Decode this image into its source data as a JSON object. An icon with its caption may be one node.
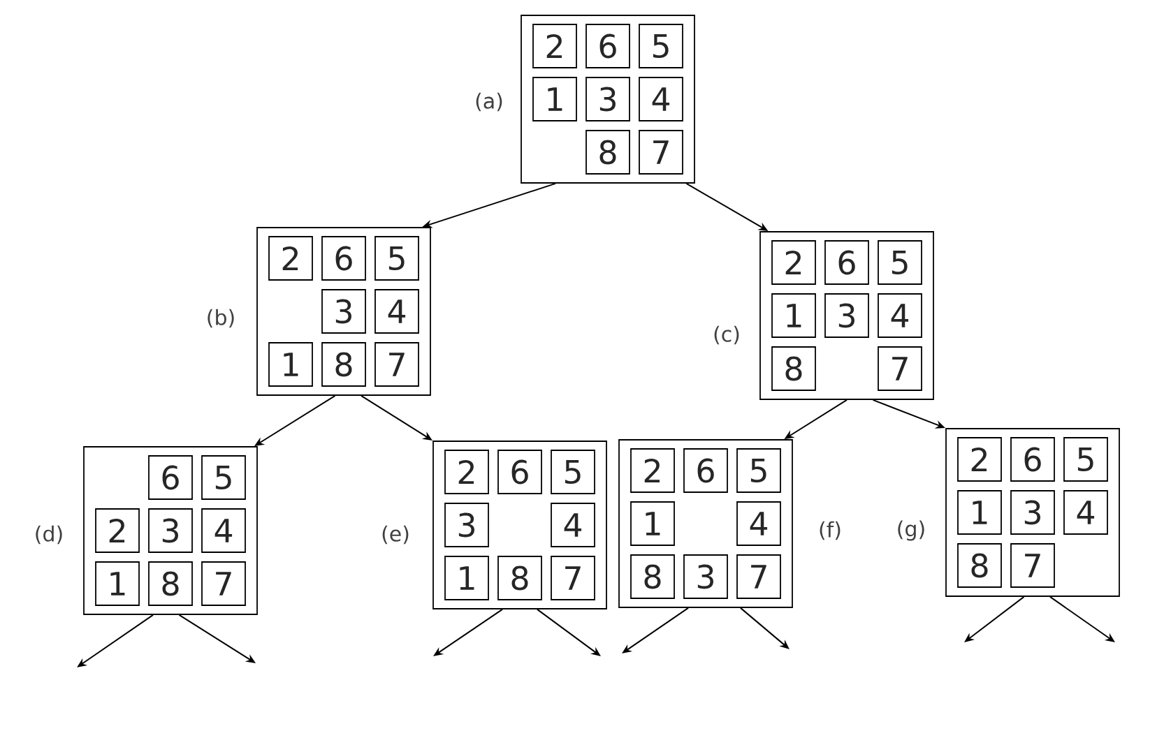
{
  "diagram": {
    "nodes": [
      {
        "text": [],
        "shape": "box",
        "beside": [
          "(a)"
        ]
      },
      {
        "text": [
          "2"
        ],
        "in": 0
      },
      {
        "text": [
          "6"
        ],
        "in": 0
      },
      {
        "text": [
          "5"
        ],
        "in": 0
      },
      {
        "text": [
          "1"
        ],
        "in": 0
      },
      {
        "text": [
          "3"
        ],
        "in": 0
      },
      {
        "text": [
          "4"
        ],
        "in": 0
      },
      {
        "text": [
          "8"
        ],
        "in": 0
      },
      {
        "text": [
          "7"
        ],
        "in": 0
      },
      {
        "text": [],
        "shape": "box",
        "beside": [
          "(b)"
        ]
      },
      {
        "text": [
          "2"
        ],
        "in": 9
      },
      {
        "text": [
          "6"
        ],
        "in": 9
      },
      {
        "text": [
          "5"
        ],
        "in": 9
      },
      {
        "text": [
          "3"
        ],
        "in": 9
      },
      {
        "text": [
          "4"
        ],
        "in": 9
      },
      {
        "text": [
          "1"
        ],
        "in": 9
      },
      {
        "text": [
          "8"
        ],
        "in": 9
      },
      {
        "text": [
          "7"
        ],
        "in": 9
      },
      {
        "text": [],
        "shape": "box",
        "beside": [
          "(c)"
        ]
      },
      {
        "text": [
          "2"
        ],
        "in": 18
      },
      {
        "text": [
          "6"
        ],
        "in": 18
      },
      {
        "text": [
          "5"
        ],
        "in": 18
      },
      {
        "text": [
          "1"
        ],
        "in": 18
      },
      {
        "text": [
          "3"
        ],
        "in": 18
      },
      {
        "text": [
          "4"
        ],
        "in": 18
      },
      {
        "text": [
          "8"
        ],
        "in": 18
      },
      {
        "text": [
          "7"
        ],
        "in": 18
      },
      {
        "text": [],
        "shape": "box",
        "beside": [
          "(d)"
        ]
      },
      {
        "text": [
          "6"
        ],
        "in": 27
      },
      {
        "text": [
          "5"
        ],
        "in": 27
      },
      {
        "text": [
          "2"
        ],
        "in": 27
      },
      {
        "text": [
          "3"
        ],
        "in": 27
      },
      {
        "text": [
          "4"
        ],
        "in": 27
      },
      {
        "text": [
          "1"
        ],
        "in": 27
      },
      {
        "text": [
          "8"
        ],
        "in": 27
      },
      {
        "text": [
          "7"
        ],
        "in": 27
      },
      {
        "text": [],
        "shape": "box",
        "beside": [
          "(e)"
        ]
      },
      {
        "text": [
          "2"
        ],
        "in": 36
      },
      {
        "text": [
          "6"
        ],
        "in": 36
      },
      {
        "text": [
          "5"
        ],
        "in": 36
      },
      {
        "text": [
          "3"
        ],
        "in": 36
      },
      {
        "text": [
          "4"
        ],
        "in": 36
      },
      {
        "text": [
          "1"
        ],
        "in": 36
      },
      {
        "text": [
          "8"
        ],
        "in": 36
      },
      {
        "text": [
          "7"
        ],
        "in": 36
      },
      {
        "text": [],
        "shape": "box",
        "beside": [
          "(f)"
        ]
      },
      {
        "text": [
          "2"
        ],
        "in": 45
      },
      {
        "text": [
          "6"
        ],
        "in": 45
      },
      {
        "text": [
          "5"
        ],
        "in": 45
      },
      {
        "text": [
          "1"
        ],
        "in": 45
      },
      {
        "text": [
          "4"
        ],
        "in": 45
      },
      {
        "text": [
          "8"
        ],
        "in": 45
      },
      {
        "text": [
          "3"
        ],
        "in": 45
      },
      {
        "text": [
          "7"
        ],
        "in": 45
      },
      {
        "text": [],
        "shape": "box",
        "beside": [
          "(g)"
        ]
      },
      {
        "text": [
          "2"
        ],
        "in": 54
      },
      {
        "text": [
          "6"
        ],
        "in": 54
      },
      {
        "text": [
          "5"
        ],
        "in": 54
      },
      {
        "text": [
          "1"
        ],
        "in": 54
      },
      {
        "text": [
          "3"
        ],
        "in": 54
      },
      {
        "text": [
          "4"
        ],
        "in": 54
      },
      {
        "text": [
          "8"
        ],
        "in": 54
      },
      {
        "text": [
          "7"
        ],
        "in": 54
      }
    ],
    "edges": [
      {
        "from": 0,
        "to": 9,
        "arrow": "to"
      },
      {
        "from": 0,
        "to": 18,
        "arrow": "to"
      },
      {
        "from": 9,
        "to": 27,
        "arrow": "to"
      },
      {
        "from": 9,
        "to": 36,
        "arrow": "to"
      },
      {
        "from": 18,
        "to": 45,
        "arrow": "to"
      },
      {
        "from": 18,
        "to": 54,
        "arrow": "to"
      },
      {
        "from": 27,
        "to": null,
        "arrow": "to"
      },
      {
        "from": 27,
        "to": null,
        "arrow": "to"
      },
      {
        "from": 36,
        "to": null,
        "arrow": "to"
      },
      {
        "from": 36,
        "to": null,
        "arrow": "to"
      },
      {
        "from": 45,
        "to": null,
        "arrow": "to"
      },
      {
        "from": 45,
        "to": null,
        "arrow": "to"
      },
      {
        "from": 54,
        "to": null,
        "arrow": "to"
      },
      {
        "from": 54,
        "to": null,
        "arrow": "to"
      }
    ]
  }
}
